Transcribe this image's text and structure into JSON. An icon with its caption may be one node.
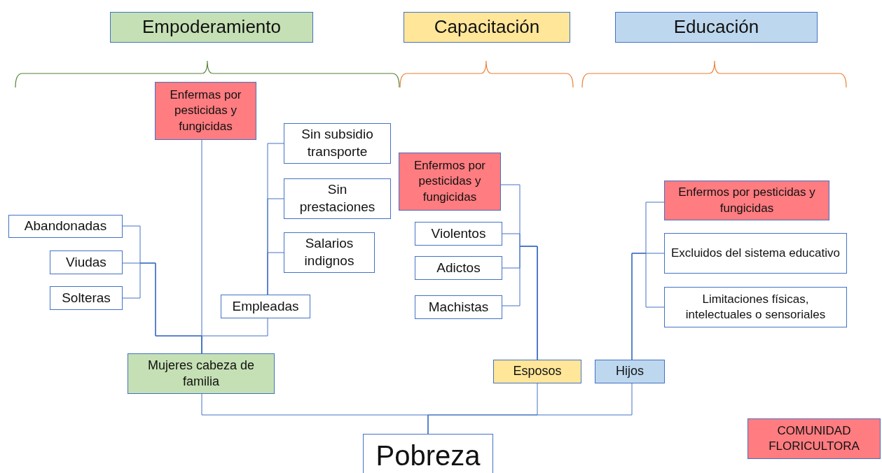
{
  "diagram": {
    "nodes": [
      {
        "text": [
          "Empoderamiento"
        ]
      },
      {
        "text": [
          "Capacitación"
        ]
      },
      {
        "text": [
          "Educación"
        ]
      },
      {
        "text": [
          "Enfermas por pesticidas y fungicidas"
        ]
      },
      {
        "text": [
          "Sin subsidio transporte"
        ]
      },
      {
        "text": [
          "Sin prestaciones"
        ]
      },
      {
        "text": [
          "Abandonadas"
        ]
      },
      {
        "text": [
          "Salarios indignos"
        ]
      },
      {
        "text": [
          "Viudas"
        ]
      },
      {
        "text": [
          "Solteras"
        ]
      },
      {
        "text": [
          "Empleadas"
        ]
      },
      {
        "text": [
          "Mujeres cabeza de familia"
        ]
      },
      {
        "text": [
          "Enfermos por pesticidas y fungicidas"
        ]
      },
      {
        "text": [
          "Violentos"
        ]
      },
      {
        "text": [
          "Adictos"
        ]
      },
      {
        "text": [
          "Machistas"
        ]
      },
      {
        "text": [
          "Esposos"
        ]
      },
      {
        "text": [
          "Enfermos por pesticidas y fungicidas"
        ]
      },
      {
        "text": [
          "Excluidos del sistema educativo"
        ]
      },
      {
        "text": [
          "Limitaciones físicas, intelectuales o sensoriales"
        ]
      },
      {
        "text": [
          "Hijos"
        ]
      },
      {
        "text": [
          "Pobreza"
        ]
      },
      {
        "text": [
          "COMUNIDAD FLORICULTORA"
        ]
      }
    ],
    "edges": [
      {
        "from": 3,
        "to": 11,
        "arrow": "none"
      },
      {
        "from": 6,
        "to": 11,
        "arrow": "none"
      },
      {
        "from": 8,
        "to": 11,
        "arrow": "none"
      },
      {
        "from": 9,
        "to": 11,
        "arrow": "none"
      },
      {
        "from": 10,
        "to": 11,
        "arrow": "none"
      },
      {
        "from": 4,
        "to": 10,
        "arrow": "none"
      },
      {
        "from": 5,
        "to": 10,
        "arrow": "none"
      },
      {
        "from": 7,
        "to": 10,
        "arrow": "none"
      },
      {
        "from": 12,
        "to": 16,
        "arrow": "none"
      },
      {
        "from": 13,
        "to": 16,
        "arrow": "none"
      },
      {
        "from": 14,
        "to": 16,
        "arrow": "none"
      },
      {
        "from": 15,
        "to": 16,
        "arrow": "none"
      },
      {
        "from": 17,
        "to": 20,
        "arrow": "none"
      },
      {
        "from": 18,
        "to": 20,
        "arrow": "none"
      },
      {
        "from": 19,
        "to": 20,
        "arrow": "none"
      },
      {
        "from": 11,
        "to": 21,
        "arrow": "none"
      },
      {
        "from": 16,
        "to": 21,
        "arrow": "none"
      },
      {
        "from": 20,
        "to": 21,
        "arrow": "none"
      }
    ]
  }
}
